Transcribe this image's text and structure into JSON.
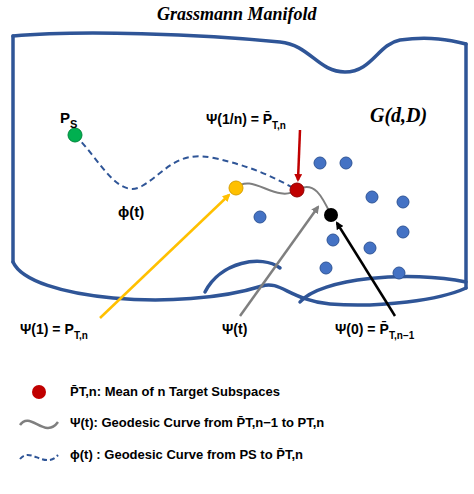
{
  "diagram": {
    "title": "Grassmann Manifold",
    "labels": [
      "P",
      "S",
      "G(d,D)",
      "Ψ(1/n) = P̄",
      "T,n",
      "ϕ(t)",
      "Ψ(1) = P",
      "T,n",
      "Ψ(t)",
      "Ψ(0) = P̄",
      "T,n−1"
    ],
    "legend": [
      {
        "text": "P̄T,n: Mean of n Target Subspaces",
        "color": "#c00000"
      },
      {
        "text": "Ψ(t): Geodesic Curve from P̄T,n−1 to PT,n"
      },
      {
        "text": "ϕ(t) : Geodesic Curve from PS to P̄T,n"
      }
    ]
  }
}
